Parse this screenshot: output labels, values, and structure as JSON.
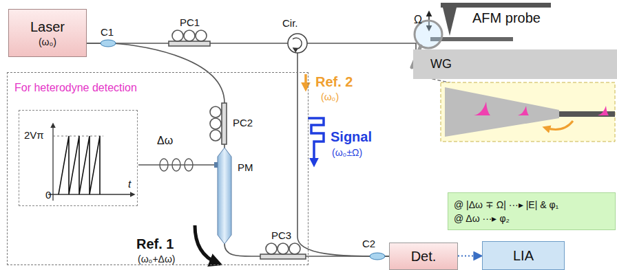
{
  "diagram": {
    "nodes": [
      {
        "text": [
          "Laser",
          "(ω₀)"
        ]
      },
      {
        "text": [
          "Cir."
        ]
      },
      {
        "text": [
          "WG"
        ]
      },
      {
        "text": [
          "For heterodyne detection"
        ]
      },
      {
        "text": [
          "2Vπ",
          "0",
          "t"
        ],
        "in": 3
      },
      {
        "text": [
          "PM"
        ],
        "in": 3
      },
      {
        "text": [
          "@ |Δω ∓ Ω| ···▸ |E| & φ₁",
          "@ Δω ···▸ φ₂"
        ]
      },
      {
        "text": [
          "Det."
        ]
      },
      {
        "text": [
          "LIA"
        ]
      }
    ],
    "edges": [
      {
        "from": 0,
        "to": 1,
        "arrow": "none"
      },
      {
        "from": 1,
        "to": 2,
        "arrow": "none"
      },
      {
        "from": 0,
        "to": 5,
        "arrow": "none"
      },
      {
        "from": 5,
        "to": 7,
        "arrow": "none"
      },
      {
        "from": 1,
        "to": 7,
        "arrow": "none"
      },
      {
        "from": 7,
        "to": 8,
        "arrow": "to"
      }
    ],
    "labels": [
      "C1",
      "PC1",
      "Ω",
      "AFM probe",
      "PC2",
      "Δω",
      "Ref. 1",
      "(ω₀+Δω)",
      "PC3",
      "Ref. 2",
      "(ω₀)",
      "Signal",
      "(ω₀±Ω)",
      "C2"
    ]
  }
}
